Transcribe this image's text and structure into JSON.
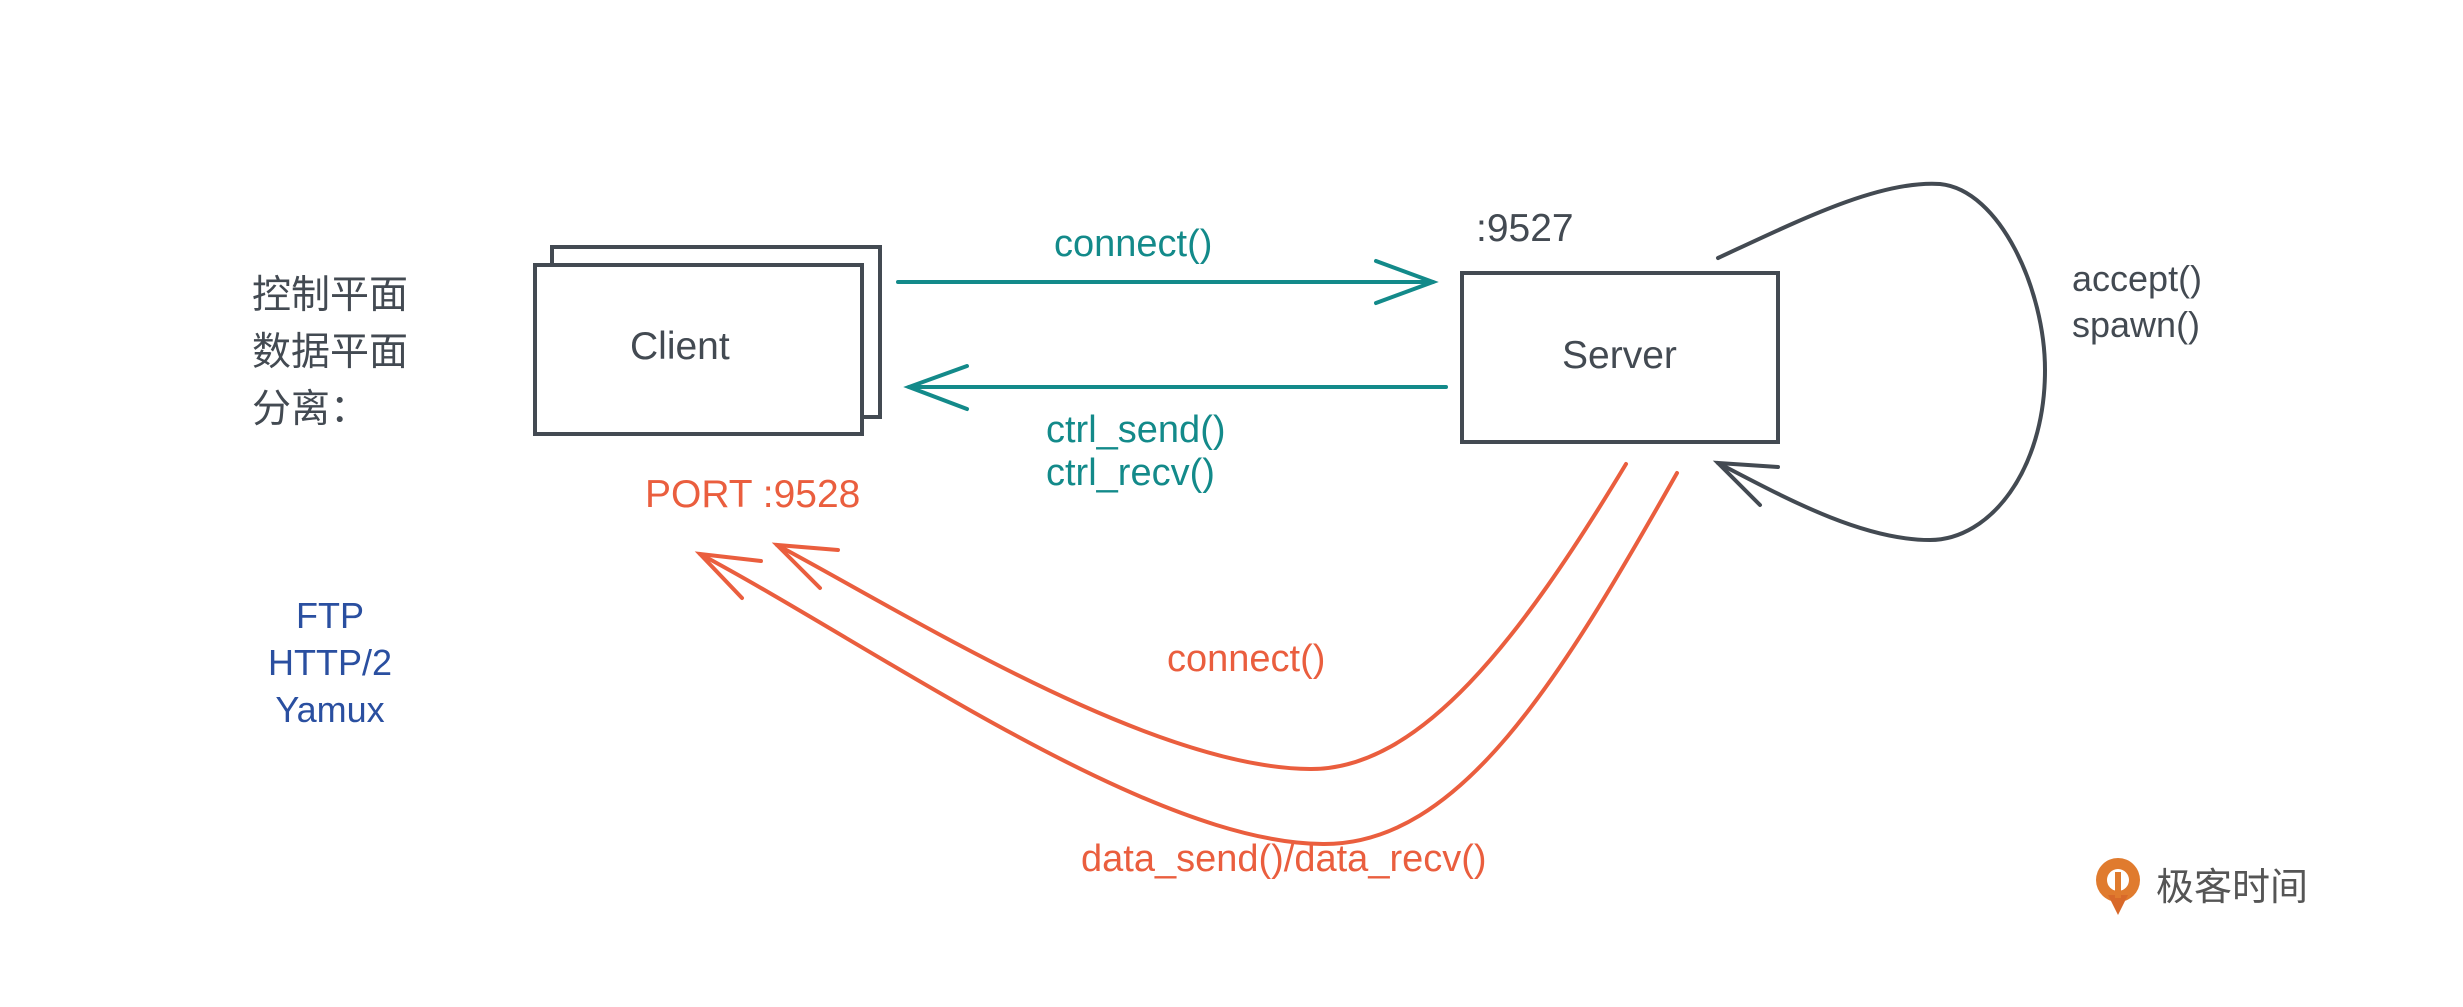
{
  "side_note": {
    "lines": [
      "控制平面",
      "数据平面",
      "分离："
    ]
  },
  "protocols": {
    "lines": [
      "FTP",
      "HTTP/2",
      "Yamux"
    ]
  },
  "client": {
    "label": "Client",
    "port_label": "PORT :9528"
  },
  "server": {
    "label": "Server",
    "port_label": ":9527",
    "loop_labels": [
      "accept()",
      "spawn()"
    ]
  },
  "control_plane": {
    "request_label": "connect()",
    "response_labels": [
      "ctrl_send()",
      "ctrl_recv()"
    ]
  },
  "data_plane": {
    "connect_label": "connect()",
    "transfer_label": "data_send()/data_recv()"
  },
  "logo": {
    "text": "极客时间",
    "icon": "geektime-logo-icon"
  },
  "colors": {
    "control": "#138a8a",
    "data": "#ea5e3e",
    "protocols": "#2a4fa0",
    "ink": "#434a52",
    "logo_orange": "#e07b2e"
  }
}
